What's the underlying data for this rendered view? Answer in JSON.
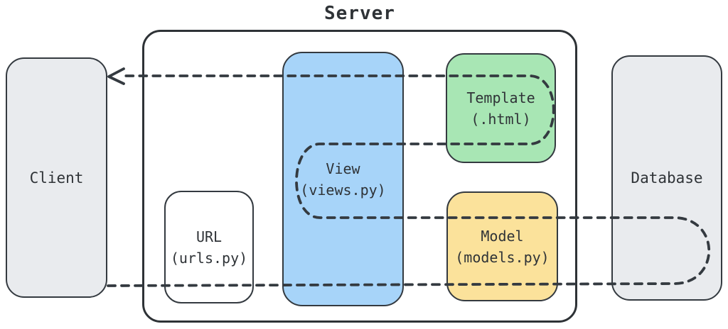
{
  "title": "Server",
  "colors": {
    "stroke": "#343a40",
    "text": "#2f3337",
    "bg": "#ffffff",
    "gray_fill": "#e9ebee",
    "blue_fill": "#a7d4f9",
    "green_fill": "#a8e6b4",
    "yellow_fill": "#fbe29b",
    "white_fill": "#ffffff"
  },
  "nodes": {
    "client": {
      "label": "Client"
    },
    "url": {
      "line1": "URL",
      "line2": "(urls.py)"
    },
    "view": {
      "line1": "View",
      "line2": "(views.py)"
    },
    "template": {
      "line1": "Template",
      "line2": "(.html)"
    },
    "model": {
      "line1": "Model",
      "line2": "(models.py)"
    },
    "database": {
      "label": "Database"
    }
  },
  "flow": {
    "description": "request-response cycle: Client to URL to View to Model to Database, back through View and Template to Client",
    "arrow_direction": "left-into-client"
  }
}
